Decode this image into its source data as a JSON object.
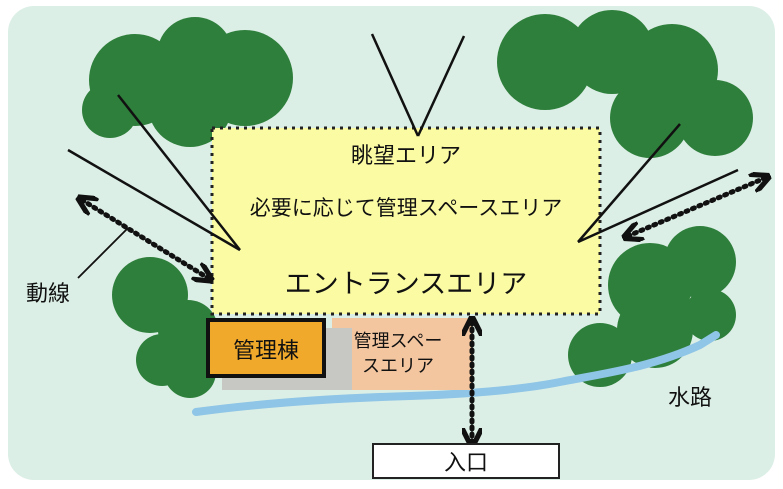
{
  "colors": {
    "ground": "#dcefe6",
    "tree": "#2f7f3c",
    "main_zone": "#fbfba3",
    "management_space": "#f3c6a0",
    "building": "#f0a92a",
    "water": "#8fc5e6",
    "line": "#111111"
  },
  "labels": {
    "view_area": "眺望エリア",
    "optional_management": "必要に応じて管理スペースエリア",
    "entrance_area": "エントランスエリア",
    "management_building": "管理棟",
    "management_space_line1": "管理スペー",
    "management_space_line2": "スエリア",
    "flow_line": "動線",
    "waterway": "水路",
    "entrance": "入口"
  }
}
